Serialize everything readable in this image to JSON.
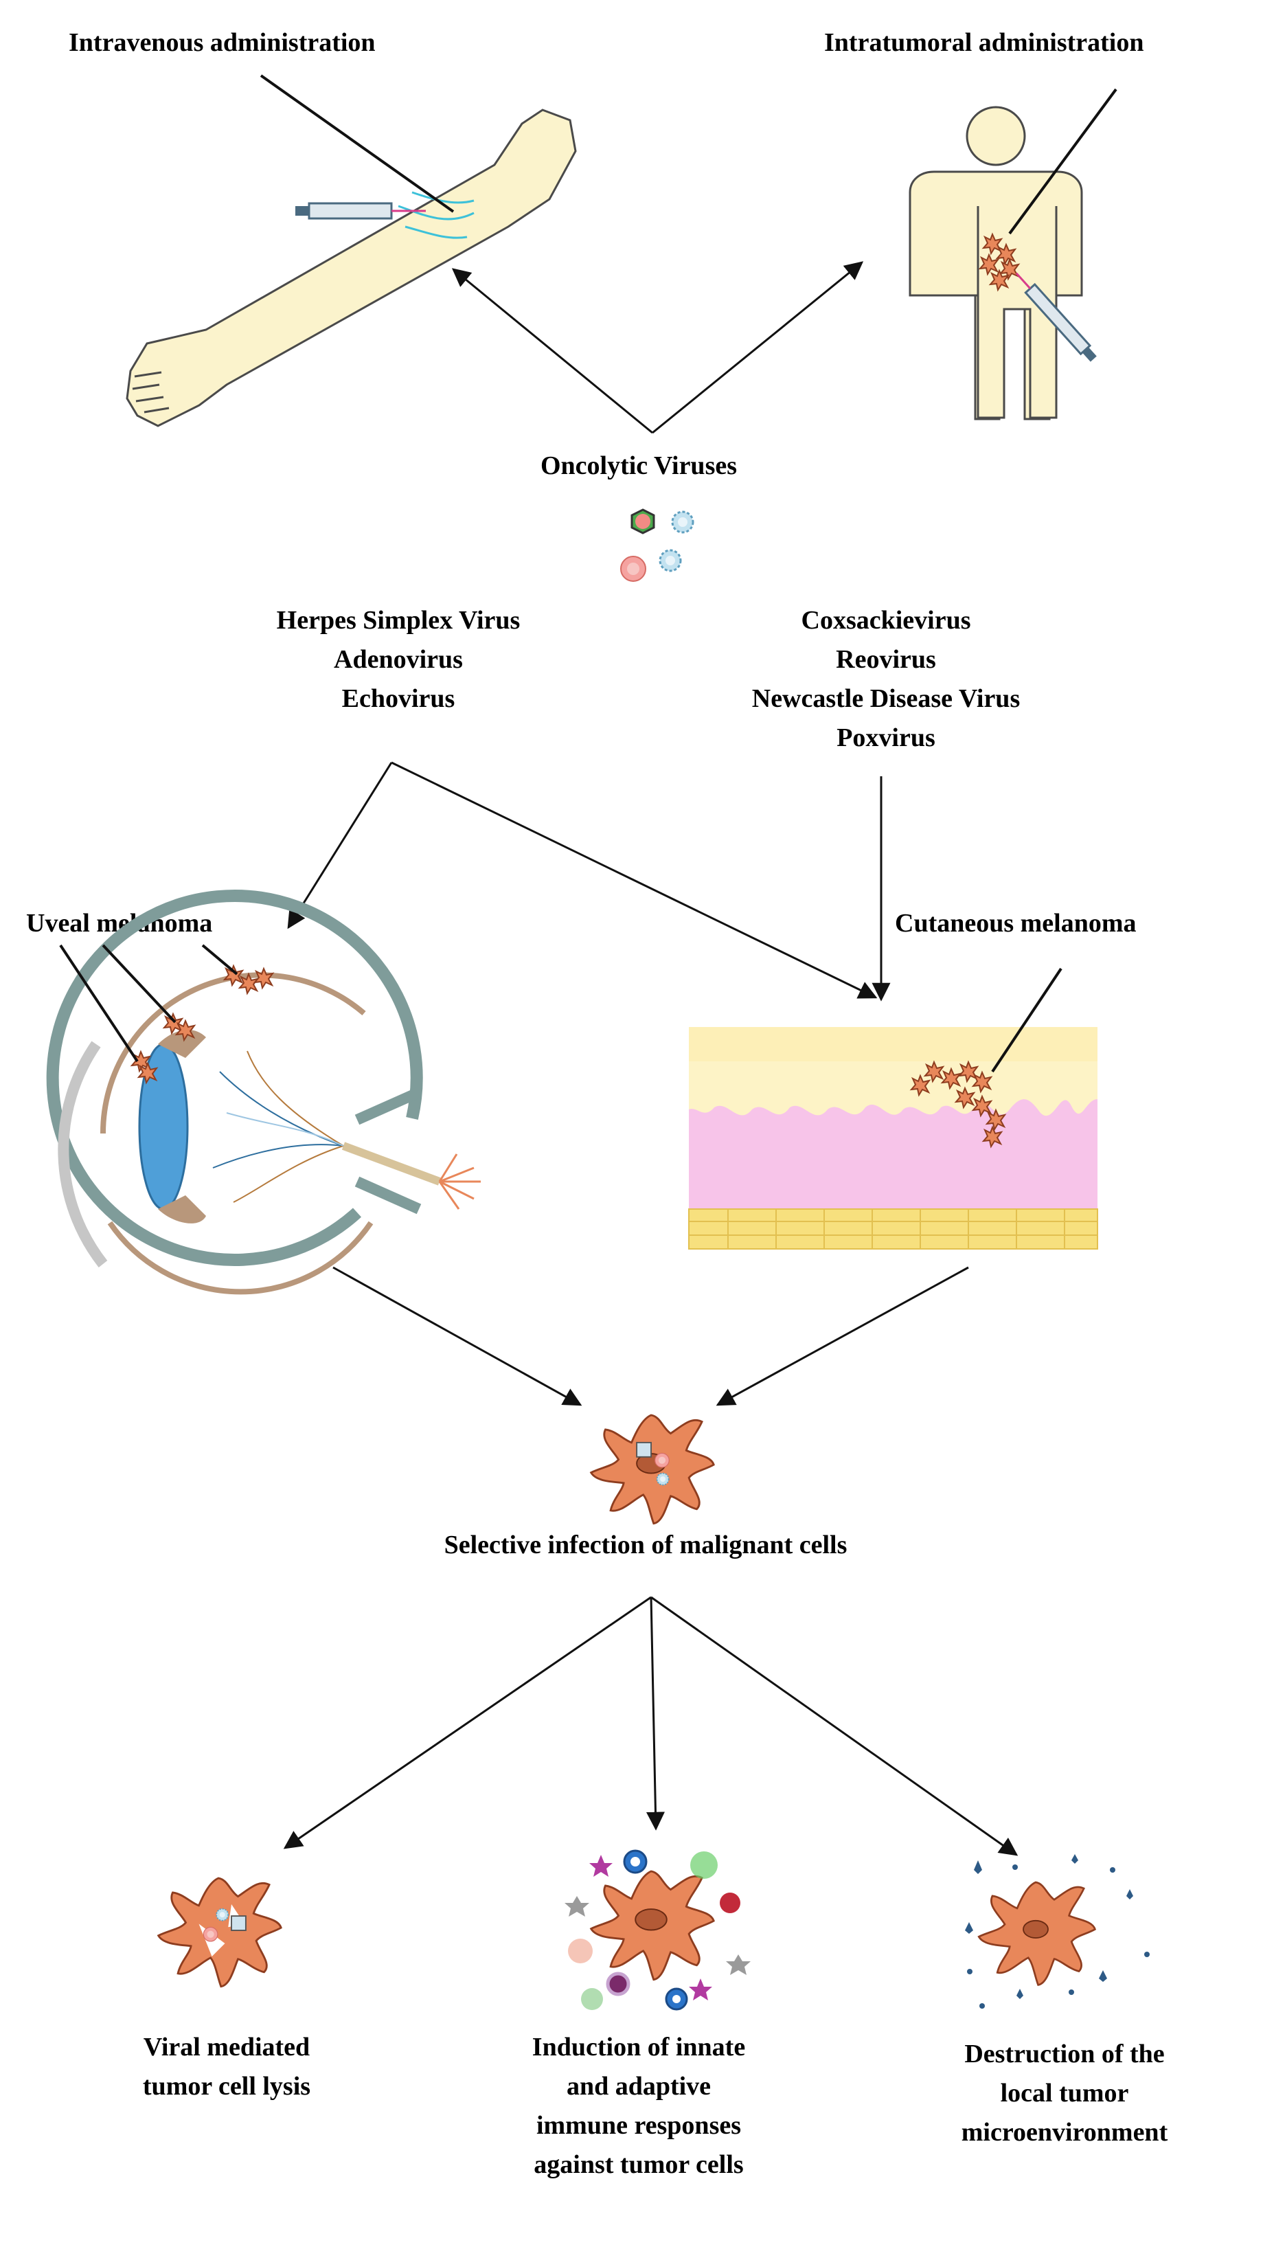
{
  "labels": {
    "intravenous": "Intravenous administration",
    "intratumoral": "Intratumoral administration",
    "oncolytic": "Oncolytic Viruses",
    "virus_group_left": [
      "Herpes Simplex Virus",
      "Adenovirus",
      "Echovirus"
    ],
    "virus_group_right": [
      "Coxsackievirus",
      "Reovirus",
      "Newcastle Disease Virus",
      "Poxvirus"
    ],
    "uveal": "Uveal melanoma",
    "cutaneous": "Cutaneous melanoma",
    "selective": "Selective infection of malignant cells",
    "outcome_lysis": [
      "Viral mediated",
      "tumor cell lysis"
    ],
    "outcome_immune": [
      "Induction of innate",
      "and adaptive",
      "immune  responses",
      "against tumor cells"
    ],
    "outcome_destruction": [
      "Destruction of the",
      "local tumor",
      "microenvironment"
    ]
  },
  "icons": [
    "arm-icon",
    "human-figure-icon",
    "syringe-icon",
    "virus-cluster-icon",
    "eye-icon",
    "skin-section-icon",
    "infected-tumor-cell-icon",
    "lysed-cell-icon",
    "immune-cells-icon",
    "debris-cell-icon"
  ],
  "colors": {
    "skin": "#fbf3cc",
    "outline": "#4a4a4a",
    "tumor": "#e8875a",
    "tumor_dark": "#8e3d1f",
    "dermis": "#f7c4e9",
    "epidermis": "#fdf3c6",
    "fat": "#f7e07e",
    "eye_wall": "#7f9c9a",
    "lens": "#4f9fd8",
    "choroid": "#b8977b",
    "vein": "#3dc1d9"
  }
}
